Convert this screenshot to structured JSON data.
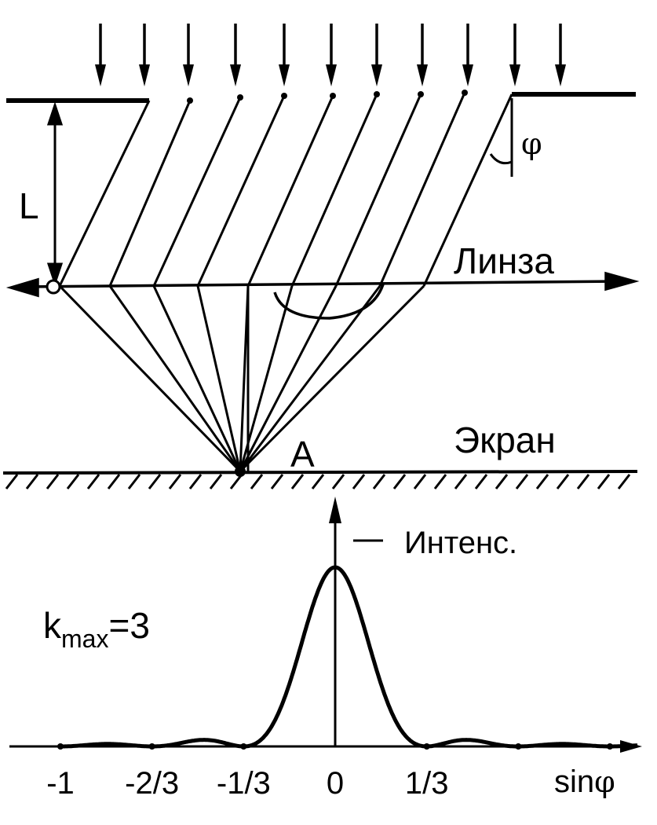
{
  "labels": {
    "L": "L",
    "phi": "φ",
    "lens": "Линза",
    "screen": "Экран",
    "point_A": "A",
    "intensity": "Интенс.",
    "kmax_k": "k",
    "kmax_sub": "max",
    "kmax_val": "=3",
    "sin_prefix": "sin",
    "sin_phi": "φ"
  },
  "chart_data": {
    "type": "line",
    "xlabel": "sinφ",
    "ylabel": "Интенс.",
    "annotation": "kmax=3",
    "x_ticks": [
      {
        "value": -1,
        "label": "-1"
      },
      {
        "value": -0.6667,
        "label": "-2/3"
      },
      {
        "value": -0.3333,
        "label": "-1/3"
      },
      {
        "value": 0,
        "label": "0"
      },
      {
        "value": 0.3333,
        "label": "1/3"
      }
    ],
    "minima_shown": [
      -1,
      -0.6667,
      -0.3333,
      0.3333,
      0.6667,
      1
    ],
    "central_max": {
      "x": 0,
      "y": 1.0
    },
    "side_max_relative": 0.045
  },
  "colors": {
    "ink": "#000000",
    "background": "#ffffff"
  }
}
